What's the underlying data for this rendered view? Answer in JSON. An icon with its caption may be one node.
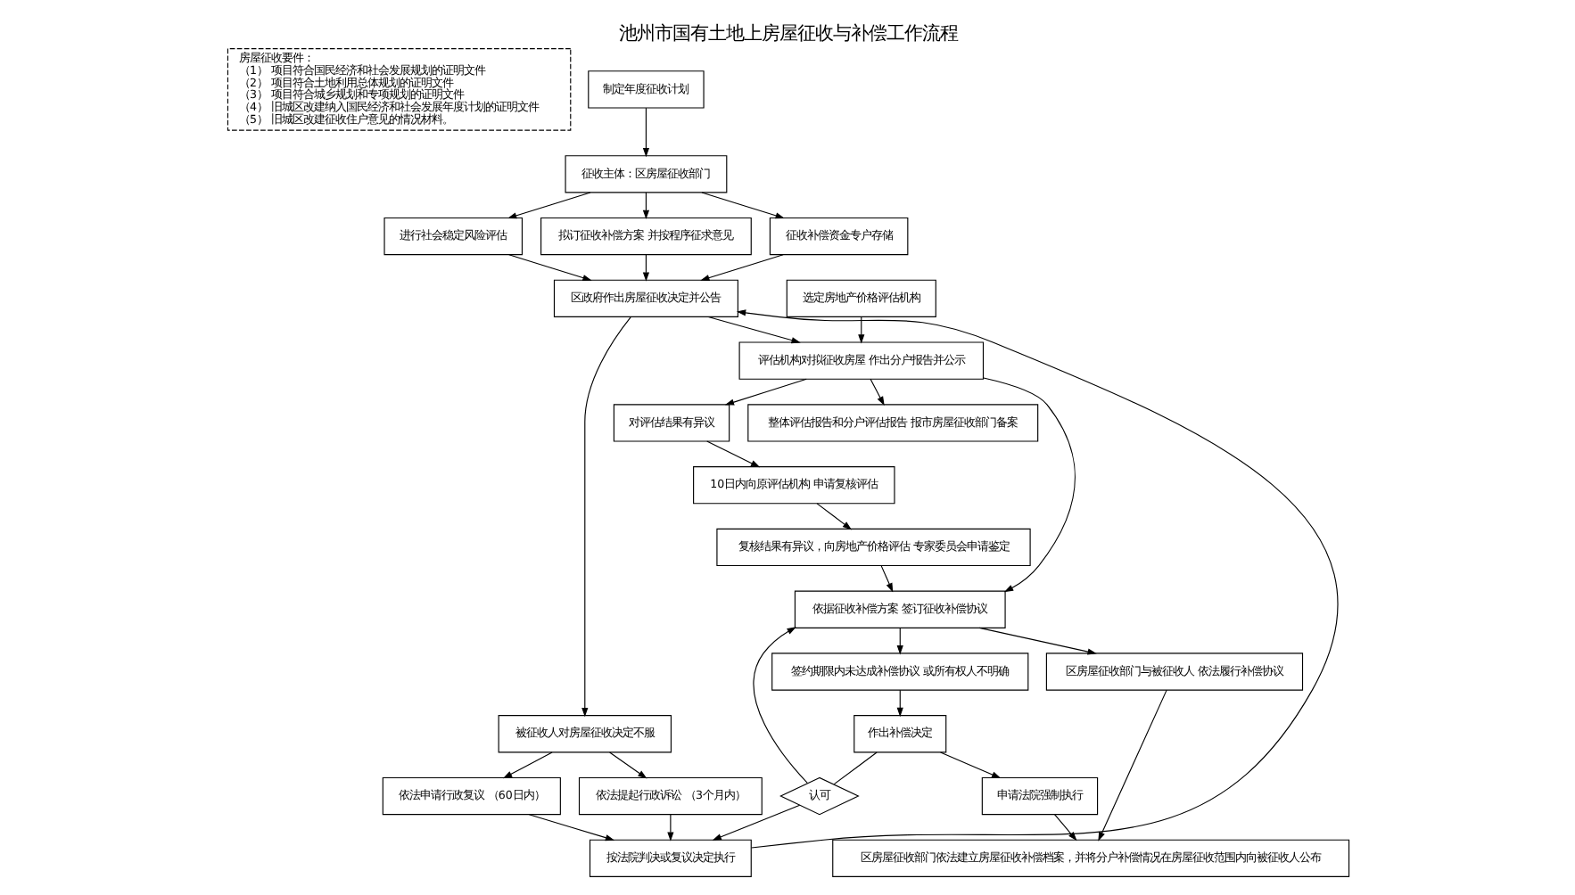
{
  "diagram": {
    "title": "池州市国有土地上房屋征收与补偿工作流程",
    "nodes": [
      {
        "text": [
          "房屋征收要件：",
          "（1） 项目符合国民经济和社会发展规划的证明文件",
          "（2） 项目符合土地利用总体规划的证明文件",
          "（3） 项目符合城乡规划和专项规划的证明文件",
          "（4） 旧城区改建纳入国民经济和社会发展年度计划的证明文件",
          "（5） 旧城区改建征收住户意见的情况材料。"
        ]
      },
      {
        "text": [
          "制定年度征收计划"
        ]
      },
      {
        "text": [
          "征收主体：区房屋征收部门"
        ]
      },
      {
        "text": [
          "进行社会稳定风险评估"
        ]
      },
      {
        "text": [
          "拟订征收补偿方案 并按程序征求意见"
        ]
      },
      {
        "text": [
          "征收补偿资金专户存储"
        ]
      },
      {
        "text": [
          "选定房地产价格评估机构"
        ]
      },
      {
        "text": [
          "区政府作出房屋征收决定并公告"
        ]
      },
      {
        "text": [
          "被征收人对房屋征收决定不服"
        ]
      },
      {
        "text": [
          "依法申请行政复议 （60日内）"
        ]
      },
      {
        "text": [
          "依法提起行政诉讼 （3个月内）"
        ]
      },
      {
        "text": [
          "10日内向原评估机构 申请复核评估"
        ]
      },
      {
        "text": [
          "对评估结果有异议"
        ]
      },
      {
        "text": [
          "评估机构对拟征收房屋 作出分户报告并公示"
        ]
      },
      {
        "text": [
          "按法院判决或复议决定执行"
        ]
      },
      {
        "text": [
          "认可"
        ]
      },
      {
        "text": [
          "整体评估报告和分户评估报告 报市房屋征收部门备案"
        ]
      },
      {
        "text": [
          "依据征收补偿方案 签订征收补偿协议"
        ]
      },
      {
        "text": [
          "签约期限内未达成补偿协议 或所有权人不明确"
        ]
      },
      {
        "text": [
          "作出补偿决定"
        ]
      },
      {
        "text": [
          "复核结果有异议，向房地产价格评估 专家委员会申请鉴定"
        ]
      },
      {
        "text": [
          "区房屋征收部门与被征收人 依法履行补偿协议"
        ]
      },
      {
        "text": [
          "申请法院强制执行"
        ]
      },
      {
        "text": [
          "区房屋征收部门依法建立房屋征收补偿档案，并将分户补偿情况在房屋征收范围内向被征收人公布"
        ]
      }
    ],
    "edges": [
      {
        "from": 1,
        "to": 2,
        "arrow": "to"
      },
      {
        "from": 2,
        "to": 3,
        "arrow": "to"
      },
      {
        "from": 2,
        "to": 4,
        "arrow": "to"
      },
      {
        "from": 2,
        "to": 5,
        "arrow": "to"
      },
      {
        "from": 3,
        "to": 7,
        "arrow": "to"
      },
      {
        "from": 4,
        "to": 7,
        "arrow": "to"
      },
      {
        "from": 5,
        "to": 7,
        "arrow": "to"
      },
      {
        "from": 7,
        "to": 8,
        "arrow": "to"
      },
      {
        "from": 8,
        "to": 9,
        "arrow": "to"
      },
      {
        "from": 8,
        "to": 10,
        "arrow": "to"
      },
      {
        "from": 9,
        "to": 14,
        "arrow": "to"
      },
      {
        "from": 10,
        "to": 14,
        "arrow": "to"
      },
      {
        "from": 14,
        "to": 7,
        "arrow": "to"
      },
      {
        "from": 6,
        "to": 13,
        "arrow": "to"
      },
      {
        "from": 7,
        "to": 13,
        "arrow": "to"
      },
      {
        "from": 13,
        "to": 12,
        "arrow": "to"
      },
      {
        "from": 12,
        "to": 11,
        "arrow": "to"
      },
      {
        "from": 13,
        "to": 16,
        "arrow": "to"
      },
      {
        "from": 13,
        "to": 17,
        "arrow": "to"
      },
      {
        "from": 11,
        "to": 20,
        "arrow": "to"
      },
      {
        "from": 20,
        "to": 17,
        "arrow": "to"
      },
      {
        "from": 17,
        "to": 18,
        "arrow": "to"
      },
      {
        "from": 18,
        "to": 19,
        "arrow": "to"
      },
      {
        "from": 19,
        "to": 15,
        "arrow": "none"
      },
      {
        "from": 15,
        "to": 14,
        "arrow": "to"
      },
      {
        "from": 15,
        "to": 17,
        "arrow": "to"
      },
      {
        "from": 17,
        "to": 21,
        "arrow": "to"
      },
      {
        "from": 21,
        "to": 23,
        "arrow": "to"
      },
      {
        "from": 19,
        "to": 22,
        "arrow": "to"
      },
      {
        "from": 22,
        "to": 23,
        "arrow": "to"
      }
    ]
  }
}
